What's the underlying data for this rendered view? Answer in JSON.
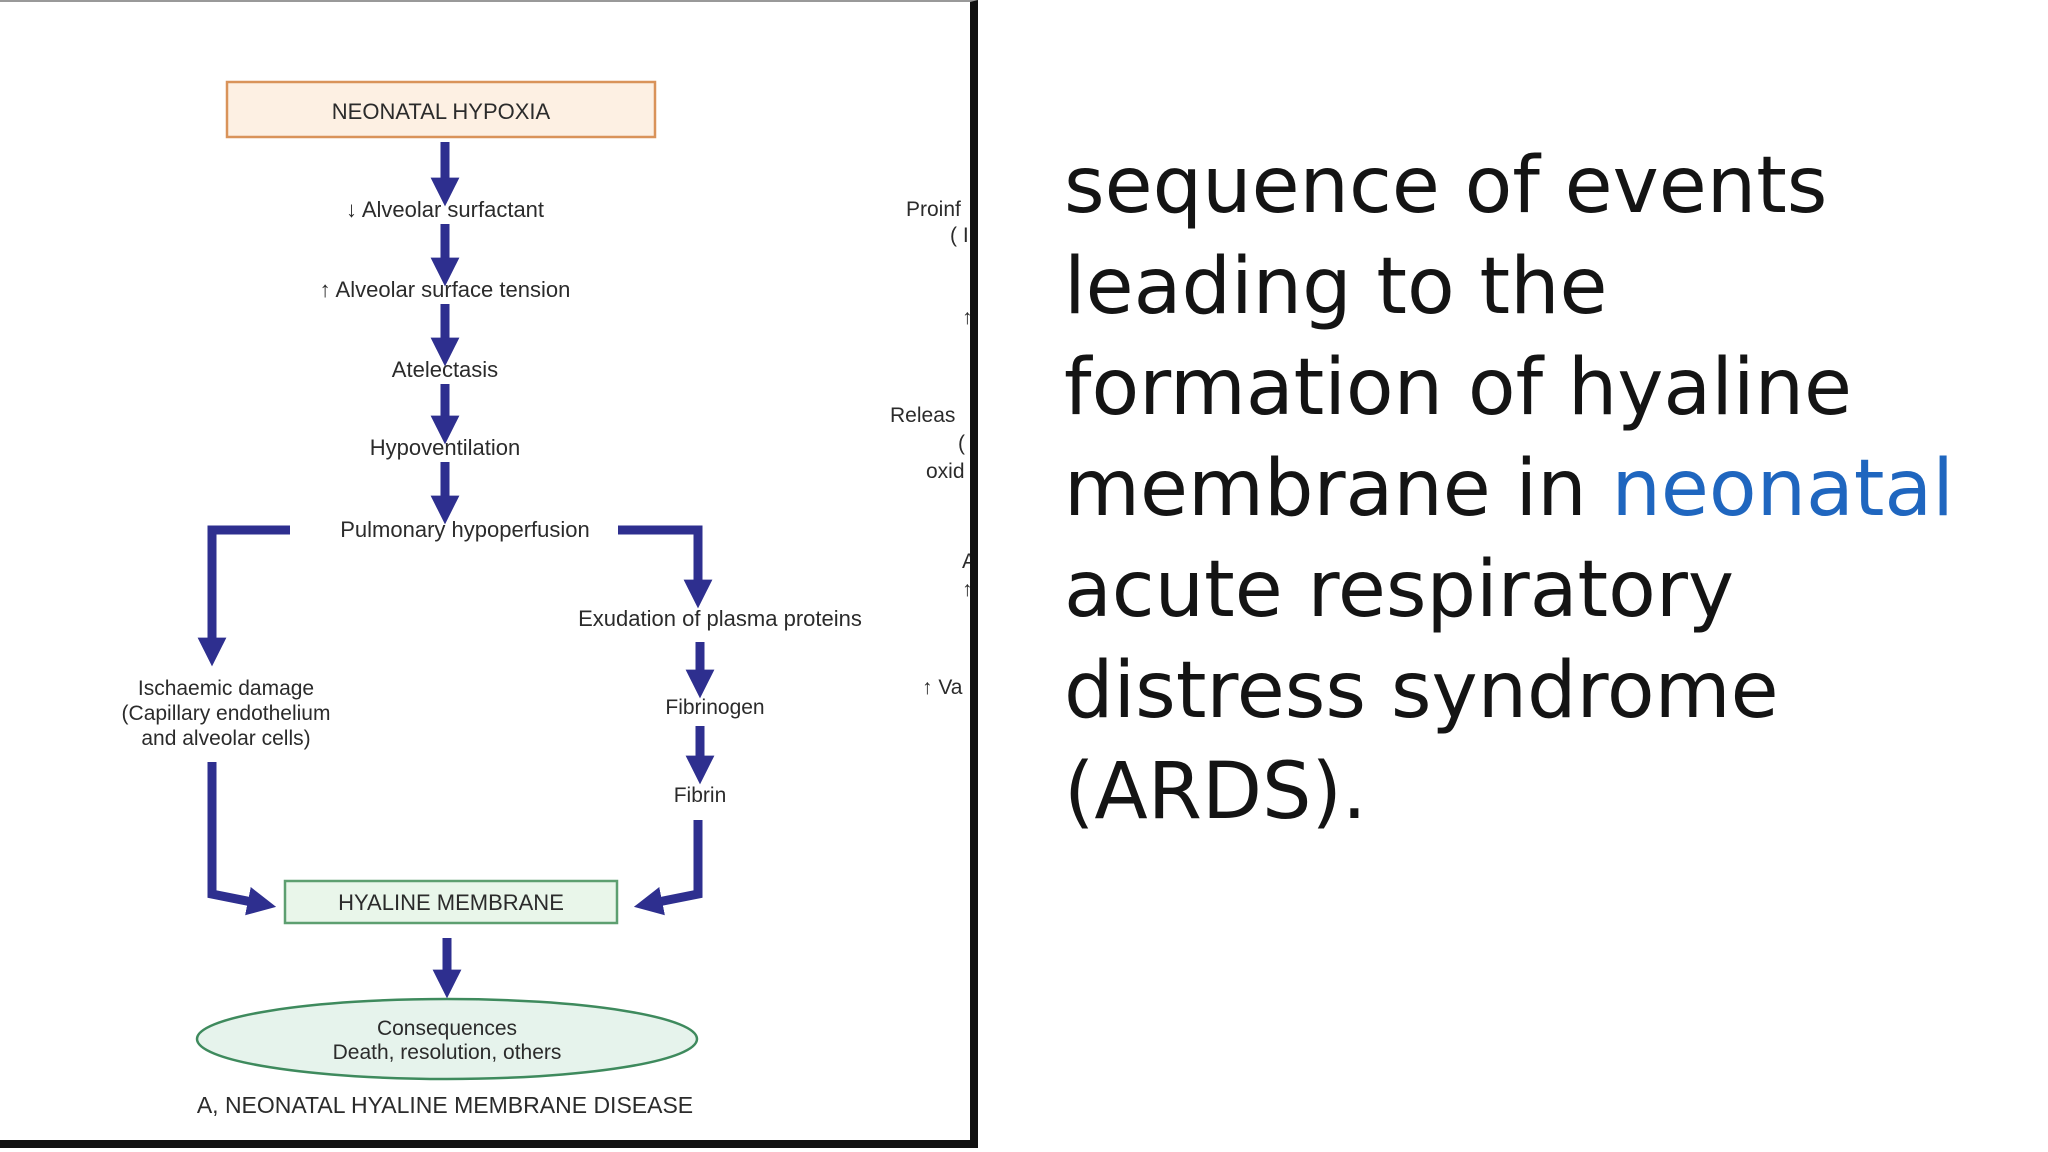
{
  "diagram": {
    "nodes": {
      "start": "NEONATAL HYPOXIA",
      "surfactant": "↓ Alveolar surfactant",
      "tension": "↑ Alveolar surface tension",
      "atelectasis": "Atelectasis",
      "hypoventilation": "Hypoventilation",
      "hypoperfusion": "Pulmonary hypoperfusion",
      "exudation": "Exudation of plasma proteins",
      "ischaemic_1": "Ischaemic damage",
      "ischaemic_2": "(Capillary endothelium",
      "ischaemic_3": "and alveolar cells)",
      "fibrinogen": "Fibrinogen",
      "fibrin": "Fibrin",
      "hyaline": "HYALINE MEMBRANE",
      "consequences_1": "Consequences",
      "consequences_2": "Death, resolution, others"
    },
    "caption": "A, NEONATAL HYALINE MEMBRANE DISEASE",
    "clipped_labels": {
      "a": "Proinf",
      "b": "( I",
      "c": "↑",
      "d": "Releas",
      "e": "(",
      "f": "oxid",
      "g": "A",
      "h": "↑",
      "i": "↑ Va"
    },
    "colors": {
      "arrow": "#2e2f8f",
      "start_fill": "#fdf0e3",
      "start_border": "#d9935a",
      "hyaline_fill": "#e9f6ea",
      "hyaline_border": "#5d9f70",
      "ellipse_fill": "#e6f3ec",
      "ellipse_border": "#3e8a5d"
    }
  },
  "slide": {
    "text_before": "sequence of events leading to the formation of hyaline membrane in ",
    "highlight": "neonatal",
    "text_after": " acute respiratory distress syndrome (ARDS).",
    "highlight_color": "#1f66bf"
  }
}
